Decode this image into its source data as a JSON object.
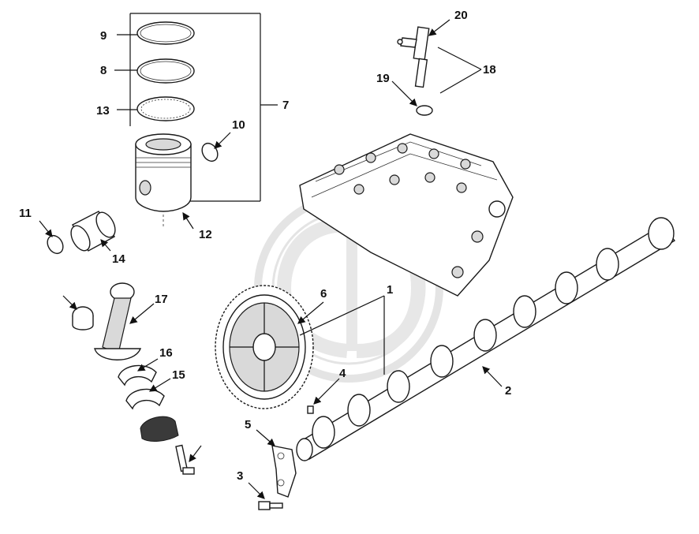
{
  "colors": {
    "ink": "#111111",
    "watermark": "#cfcfcf",
    "background": "#ffffff"
  },
  "watermark": {
    "name": "logo-watermark"
  },
  "callouts": [
    {
      "id": "c1",
      "text": "1"
    },
    {
      "id": "c2",
      "text": "2"
    },
    {
      "id": "c3",
      "text": "3"
    },
    {
      "id": "c4",
      "text": "4"
    },
    {
      "id": "c5",
      "text": "5"
    },
    {
      "id": "c6",
      "text": "6"
    },
    {
      "id": "c7",
      "text": "7"
    },
    {
      "id": "c8",
      "text": "8"
    },
    {
      "id": "c9",
      "text": "9"
    },
    {
      "id": "c10",
      "text": "10"
    },
    {
      "id": "c11",
      "text": "11"
    },
    {
      "id": "c12",
      "text": "12"
    },
    {
      "id": "c13",
      "text": "13"
    },
    {
      "id": "c14",
      "text": "14"
    },
    {
      "id": "c15",
      "text": "15"
    },
    {
      "id": "c16",
      "text": "16"
    },
    {
      "id": "c17",
      "text": "17"
    },
    {
      "id": "c18",
      "text": "18"
    },
    {
      "id": "c19",
      "text": "19"
    },
    {
      "id": "c20",
      "text": "20"
    }
  ]
}
